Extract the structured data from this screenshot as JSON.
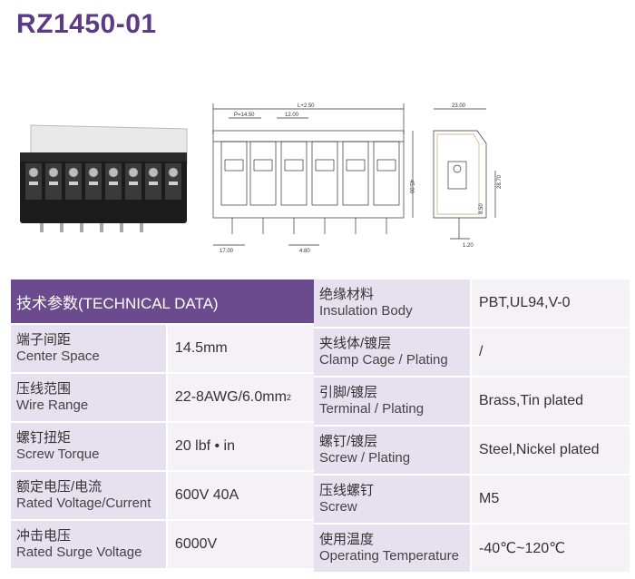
{
  "title": "RZ1450-01",
  "drawing": {
    "L": "L+2.50",
    "P": "P=14.50",
    "pitch": "12.00",
    "h45": "45.00",
    "d17": "17.00",
    "d48": "4.80",
    "w23": "23.00",
    "d2870": "28.70",
    "d850": "8.50",
    "d120": "1.20"
  },
  "left_table": {
    "header": "技术参数(TECHNICAL DATA)",
    "rows": [
      {
        "zh": "端子间距",
        "en": "Center Space",
        "value": "14.5mm"
      },
      {
        "zh": "压线范围",
        "en": "Wire Range",
        "value": "22-8AWG/6.0mm",
        "sup": "2"
      },
      {
        "zh": "螺钉扭矩",
        "en": "Screw Torque",
        "value": "20 lbf • in"
      },
      {
        "zh": "额定电压/电流",
        "en": "Rated Voltage/Current",
        "value": "600V 40A"
      },
      {
        "zh": "冲击电压",
        "en": "Rated Surge Voltage",
        "value": "6000V"
      }
    ]
  },
  "right_table": {
    "rows": [
      {
        "zh": "绝缘材料",
        "en": "Insulation Body",
        "value": "PBT,UL94,V-0"
      },
      {
        "zh": "夹线体/镀层",
        "en": "Clamp Cage / Plating",
        "value": "/"
      },
      {
        "zh": "引脚/镀层",
        "en": "Terminal / Plating",
        "value": "Brass,Tin plated"
      },
      {
        "zh": "螺钉/镀层",
        "en": "Screw / Plating",
        "value": "Steel,Nickel plated"
      },
      {
        "zh": "压线螺钉",
        "en": "Screw",
        "value": "M5"
      },
      {
        "zh": "使用温度",
        "en": "Operating Temperature",
        "value": "-40℃~120℃"
      }
    ]
  },
  "colors": {
    "brand": "#5b3a86",
    "header_bg": "#6b4a8e",
    "key_bg": "#e7e0ef",
    "val_bg": "#f4f1f7"
  }
}
